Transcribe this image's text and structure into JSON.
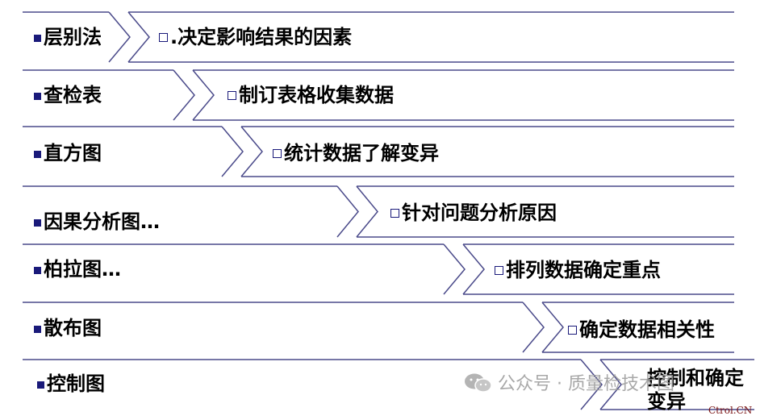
{
  "rows": [
    {
      "tool": "层别法",
      "purpose": ".决定影响结果的因素"
    },
    {
      "tool": "查检表",
      "purpose": "制订表格收集数据"
    },
    {
      "tool": "直方图",
      "purpose": "统计数据了解变异"
    },
    {
      "tool": "因果分析图…",
      "purpose": "针对问题分析原因"
    },
    {
      "tool": "柏拉图…",
      "purpose": "排列数据确定重点"
    },
    {
      "tool": "散布图",
      "purpose": "确定数据相关性"
    },
    {
      "tool": "控制图",
      "purpose": "控制和确定变异"
    }
  ],
  "watermark": {
    "icon": "wechat-icon",
    "text": "公众号 · 质量检技术图"
  },
  "logo": {
    "text": "Ctrol.CN"
  },
  "colors": {
    "line": "#4a4a8a",
    "marker": "#1a1a7a",
    "text": "#000000"
  }
}
